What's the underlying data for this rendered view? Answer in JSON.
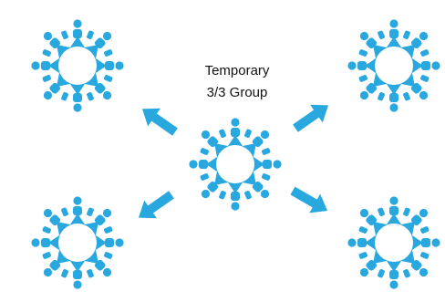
{
  "caption": {
    "line1": "Temporary",
    "line2": "3/3 Group"
  },
  "groups": [
    {
      "id": "top-left",
      "label": "3/3"
    },
    {
      "id": "top-right",
      "label": "3/3"
    },
    {
      "id": "center",
      "label": "3/3"
    },
    {
      "id": "bottom-left",
      "label": "3/3"
    },
    {
      "id": "bottom-right",
      "label": "3/3"
    }
  ],
  "colors": {
    "accent": "#29a8e0",
    "text": "#111111",
    "background": "#ffffff"
  },
  "icons": [
    "people-circle-icon",
    "arrow-icon"
  ]
}
